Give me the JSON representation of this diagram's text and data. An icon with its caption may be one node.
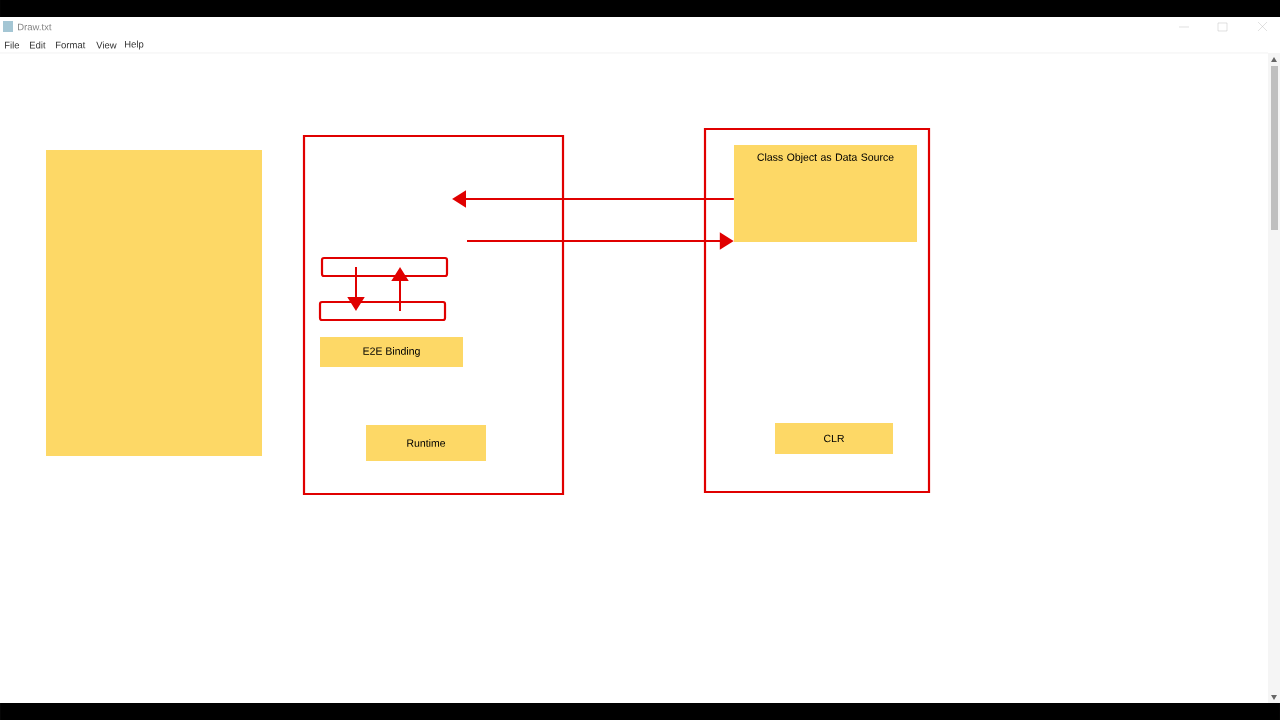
{
  "diagram": {
    "nodes": [
      {
        "text": [],
        "shape": "box"
      },
      {
        "text": [],
        "shape": "box"
      },
      {
        "text": [],
        "shape": "box",
        "in": 1
      },
      {
        "text": [],
        "shape": "box",
        "in": 1
      },
      {
        "text": [
          "E2E Binding"
        ],
        "in": 1
      },
      {
        "text": [
          "Runtime"
        ],
        "in": 1
      },
      {
        "text": [],
        "shape": "box"
      },
      {
        "text": [
          "Class Object as Data Source"
        ],
        "in": 6
      },
      {
        "text": [
          "CLR"
        ],
        "in": 6
      }
    ],
    "edges": [
      {
        "from": 7,
        "to": null,
        "arrow": "to"
      },
      {
        "from": null,
        "to": 7,
        "arrow": "to"
      },
      {
        "from": 2,
        "to": 3,
        "arrow": "to"
      },
      {
        "from": 3,
        "to": 2,
        "arrow": "to"
      }
    ],
    "labels": [
      "Draw.txt",
      "File",
      "Edit",
      "Format",
      "View",
      "Help"
    ]
  }
}
